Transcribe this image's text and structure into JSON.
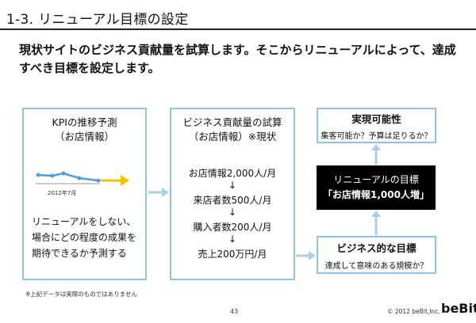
{
  "header": {
    "title": "1-3. リニューアル目標の設定",
    "lead": "現状サイトのビジネス貢献量を試算します。そこからリニューアルによって、達成すべき目標を設定します。"
  },
  "kpi_box": {
    "title_line1": "KPIの推移予測",
    "title_line2": "（お店情報）",
    "chart_label": "2012年7月",
    "text_line1": "リニューアルをしない、",
    "text_line2": "場合にどの程度の成果を",
    "text_line3": "期待できるか予測する"
  },
  "calc_box": {
    "title_line1": "ビジネス貢献量の試算",
    "title_line2": "（お店情報）※現状",
    "steps": [
      "お店情報2,000人/月",
      "来店者数500人/月",
      "購入者数200人/月",
      "売上200万円/月"
    ],
    "arrow": "↓"
  },
  "feasibility_box": {
    "title": "実現可能性",
    "subtitle": "集客可能か？予算は足りるか？"
  },
  "goal_box": {
    "title": "リニューアルの目標",
    "value": "「お店情報1,000人増」"
  },
  "biz_goal_box": {
    "title": "ビジネス的な目標",
    "subtitle": "達成して意味のある規模か？"
  },
  "footer": {
    "footnote": "※上記データは実際のものではありません",
    "page": "43",
    "copyright": "© 2012 beBit,Inc.",
    "logo": "beBit"
  },
  "colors": {
    "box_border": "#8fc3e6",
    "arrow": "#a9cfe9",
    "forecast_arrow": "#f2c200",
    "kpi_line": "#4a9fd8"
  }
}
